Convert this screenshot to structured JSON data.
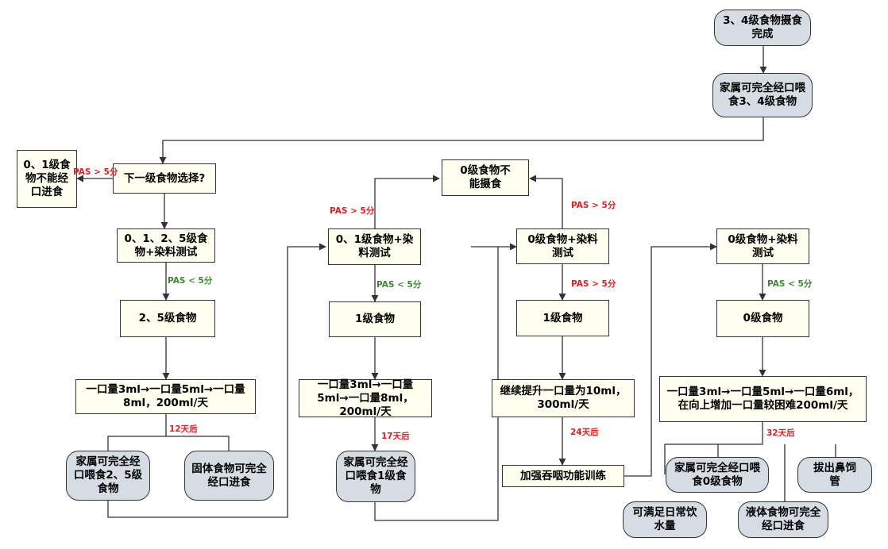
{
  "nodes": {
    "n01": "3、4级食物摄食完成",
    "n02": "家属可完全经口喂食3、4级食物",
    "n03": "下一级食物选择?",
    "n04": "0、1级食物不能经口进食",
    "n05": "0、1、2、5级食物+染料测试",
    "n06": "2、5级食物",
    "n07": "一口量3ml→一口量5ml→一口量8ml，200ml/天",
    "n08": "家属可完全经口喂食2、5级食物",
    "n09": "固体食物可完全经口进食",
    "n10": "0级食物不能摄食",
    "n11": "0、1级食物+染料测试",
    "n12": "1级食物",
    "n13": "一口量3ml→一口量5ml→一口量8ml，200ml/天",
    "n14": "家属可完全经口喂食1级食物",
    "n15": "0级食物+染料测试",
    "n16": "1级食物",
    "n17": "继续提升一口量为10ml，300ml/天",
    "n18": "加强吞咽功能训练",
    "n19": "0级食物+染料测试",
    "n20": "0级食物",
    "n21": "一口量3ml→一口量5ml→一口量6ml，在向上增加一口量较困难200ml/天",
    "n22": "家属可完全经口喂食0级食物",
    "n23": "拔出鼻饲管",
    "n24": "可满足日常饮水量",
    "n25": "液体食物可完全经口进食"
  },
  "edge_labels": {
    "e1": "PAS > 5分",
    "e2": "PAS < 5分",
    "e3": "12天后",
    "e4": "PAS > 5分",
    "e5": "PAS < 5分",
    "e6": "17天后",
    "e7": "PAS > 5分",
    "e8": "PAS > 5分",
    "e9": "24天后",
    "e10": "PAS < 5分",
    "e11": "32天后"
  },
  "colors": {
    "box_fill": "#fffff0",
    "terminal_fill": "#d5dce4",
    "line": "#333333",
    "pas_fail": "#e01e1e",
    "pas_pass": "#3a8a2e",
    "days": "#e01e1e"
  }
}
